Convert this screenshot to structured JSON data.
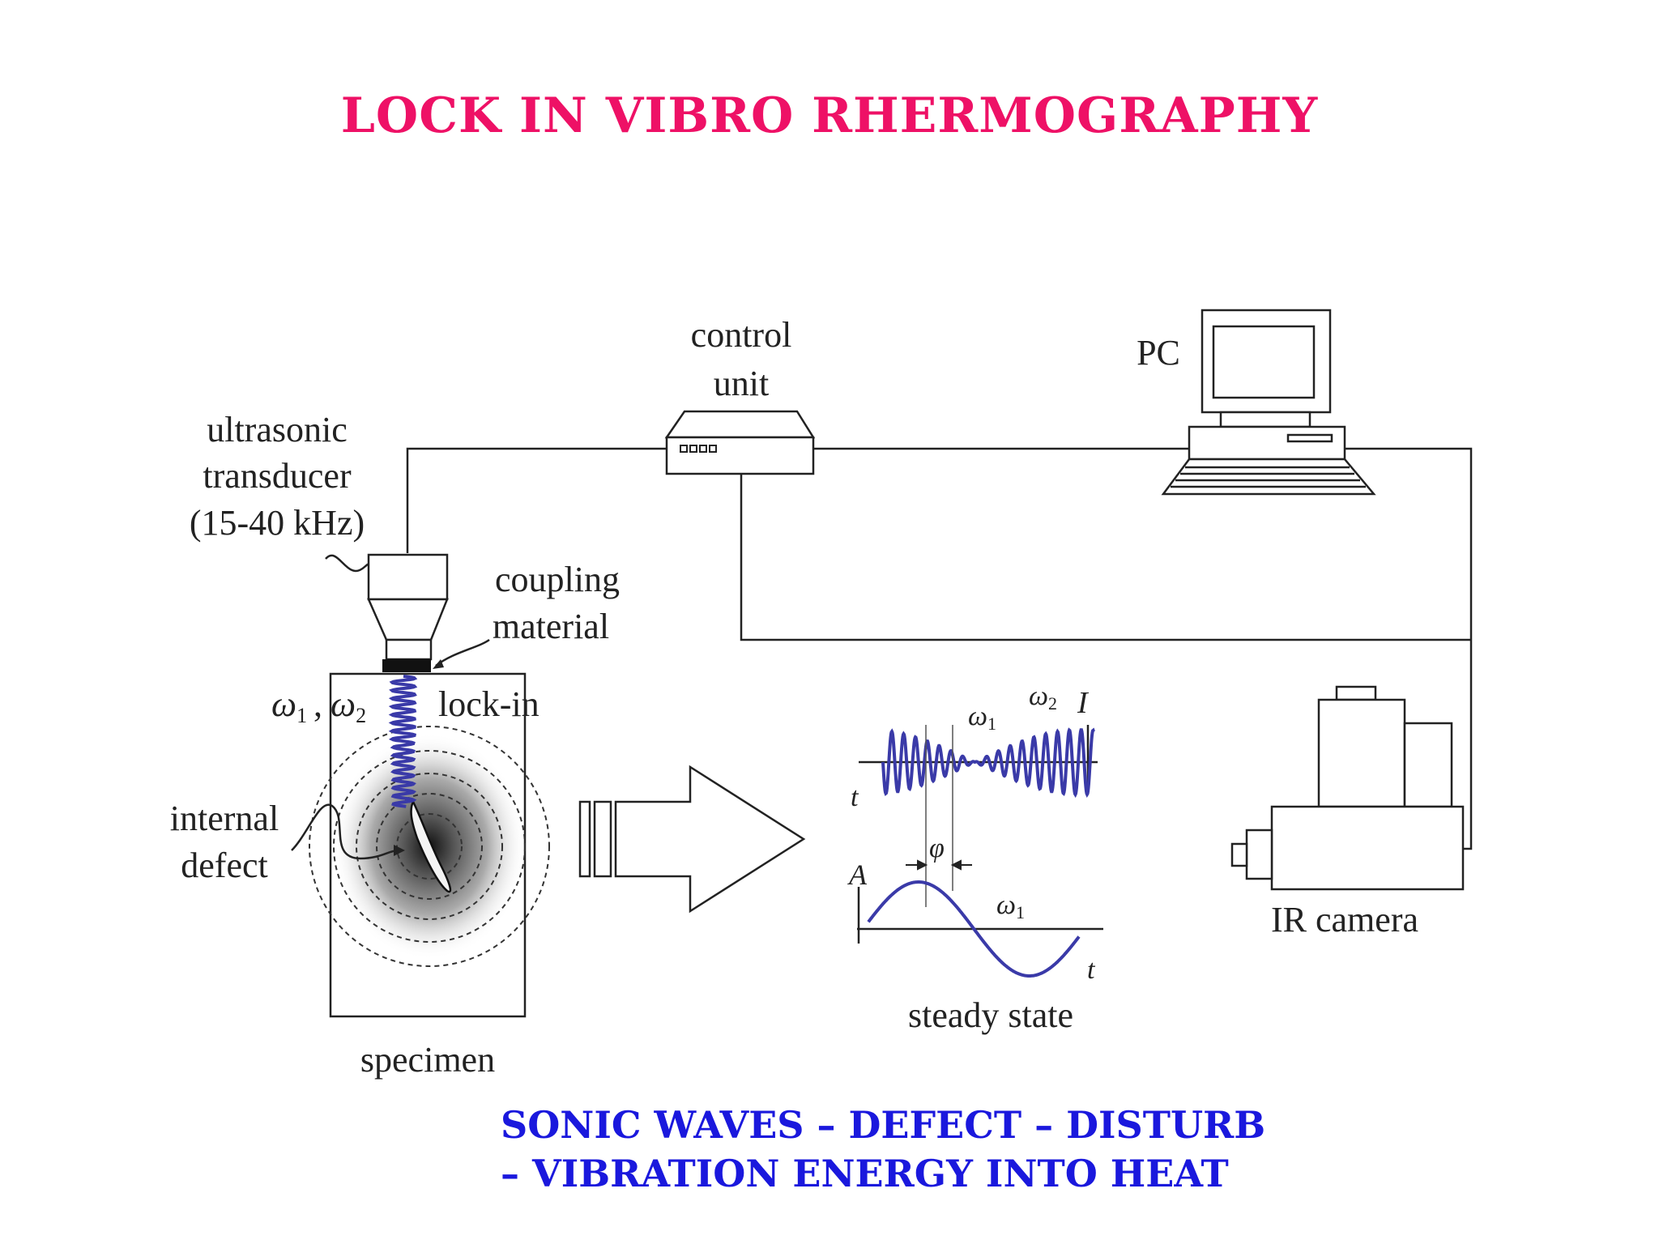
{
  "title": "LOCK IN VIBRO RHERMOGRAPHY",
  "diagram": {
    "transducer_label": [
      "ultrasonic",
      "transducer",
      "(15-40 kHz)"
    ],
    "control_unit_label": [
      "control",
      "unit"
    ],
    "pc_label": "PC",
    "coupling_label": [
      "coupling",
      "material"
    ],
    "omega1": "ω",
    "omega_sub1": "1",
    "omega_sub2": "2",
    "lockin_label": "lock-in",
    "defect_label": [
      "internal",
      "defect"
    ],
    "specimen_label": "specimen",
    "ir_camera_label": "IR camera",
    "steady_state_label": "steady state",
    "t_label": "t",
    "I_label": "I",
    "A_label": "A",
    "phi_label": "φ"
  },
  "caption": {
    "line1": "SONIC WAVES – DEFECT – DISTURB",
    "line2": "– VIBRATION ENERGY INTO HEAT"
  },
  "colors": {
    "title": "#ee1166",
    "caption": "#1a18dd",
    "wave": "#3a3aa8",
    "line": "#222222"
  }
}
